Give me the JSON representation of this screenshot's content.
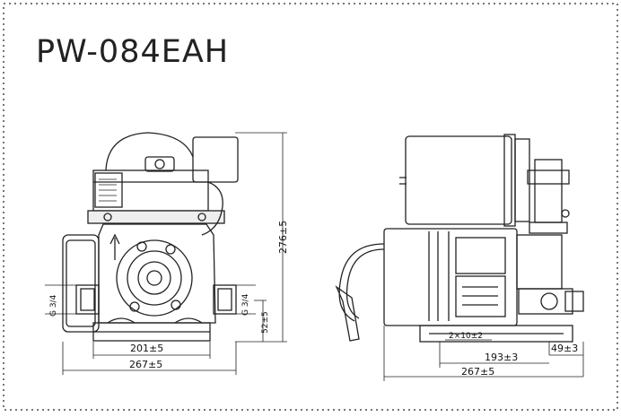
{
  "title": "PW-084EAH",
  "front_view": {
    "inlet_thread": "G 3/4",
    "outlet_thread": "G 3/4",
    "height": "276±5",
    "base_height": "52±5",
    "foot_width": "201±5",
    "overall_width": "267±5"
  },
  "side_view": {
    "mount_holes": "2×10±2",
    "base_length": "193±3",
    "outlet_offset": "49±3",
    "overall_length": "267±5"
  }
}
